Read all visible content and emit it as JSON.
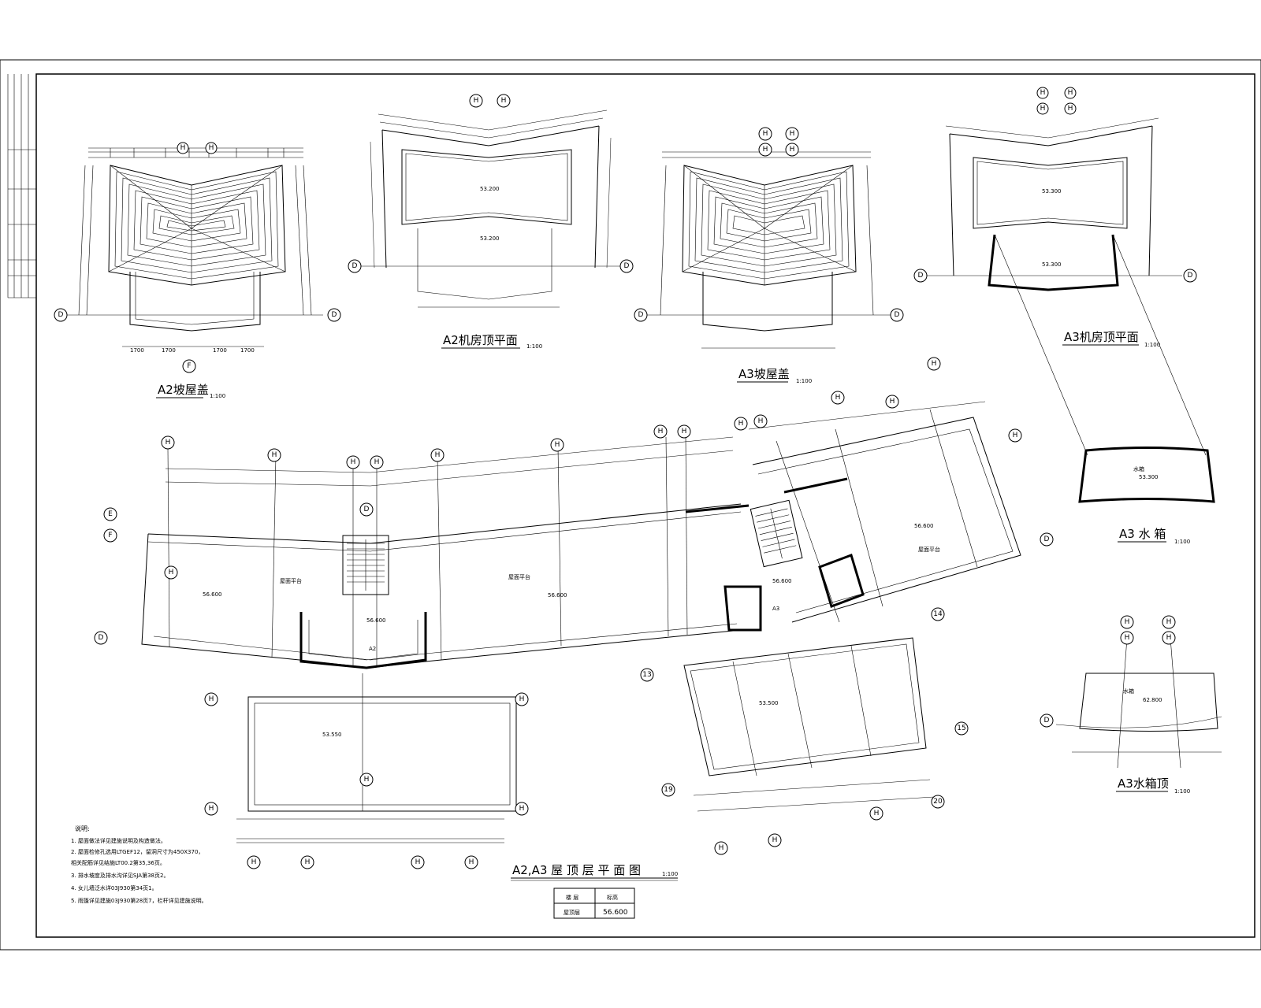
{
  "views": {
    "a2_slope_roof": {
      "title": "A2坡屋盖",
      "scale": "1:100"
    },
    "a2_machine_room": {
      "title": "A2机房顶平面",
      "scale": "1:100",
      "levels": [
        "53.200",
        "53.200"
      ]
    },
    "a3_slope_roof": {
      "title": "A3坡屋盖",
      "scale": "1:100"
    },
    "a3_machine_room": {
      "title": "A3机房顶平面",
      "scale": "1:100",
      "levels": [
        "53.300",
        "53.300"
      ]
    },
    "a3_water_tank": {
      "title": "A3 水 箱",
      "scale": "1:100",
      "level": "53.300",
      "label": "水箱"
    },
    "a3_water_tank_top": {
      "title": "A3水箱顶",
      "scale": "1:100",
      "level": "62.800",
      "label": "水箱"
    },
    "roof_plan": {
      "title": "A2,A3 屋 顶 层 平 面 图",
      "scale": "1:100",
      "levels": [
        "56.600",
        "56.600",
        "56.600",
        "56.600",
        "56.600",
        "53.500",
        "53.550"
      ],
      "labels": {
        "a2": "A2",
        "a3": "A3",
        "platform": "屋面平台"
      }
    }
  },
  "axis_labels": {
    "H": "H",
    "D": "D",
    "E": "E",
    "F": "F",
    "left_H": "H",
    "axis_13": "13",
    "axis_14": "14",
    "axis_15": "15",
    "axis_19": "19",
    "axis_20": "20"
  },
  "level_table": {
    "headers": [
      "楼 层",
      "标高"
    ],
    "rows": [
      [
        "屋顶层",
        "56.600"
      ]
    ]
  },
  "notes": {
    "title": "说明:",
    "items": [
      "1. 屋面做法详见建施说明及构造做法。",
      "2. 屋面检修孔选用LTGEF12，留洞尺寸为450X370，",
      "   相关配筋详见结施LT00.2第35,36页。",
      "3. 排水坡度及排水沟详见SJA第38页2。",
      "4. 女儿墙泛水详03J930第34页1。",
      "5. 雨篷详见建施03J930第28页7，栏杆详见建施说明。"
    ]
  }
}
